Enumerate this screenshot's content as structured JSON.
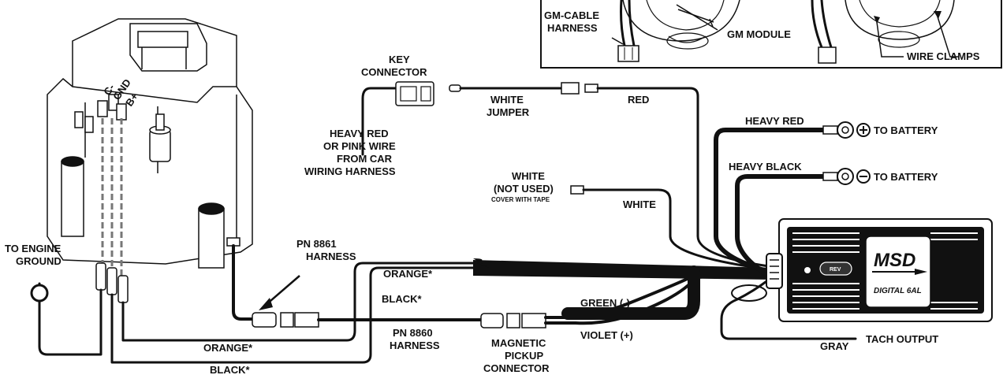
{
  "inset": {
    "gm_cable_harness": [
      "GM-CABLE",
      "HARNESS"
    ],
    "gm_module": "GM MODULE",
    "wire_clamps": "WIRE CLAMPS"
  },
  "distributor": {
    "terminal_c_minus": "C-",
    "terminal_gnd": "GND",
    "terminal_b_plus": "B+"
  },
  "labels": {
    "key_connector": [
      "KEY",
      "CONNECTOR"
    ],
    "white_jumper": [
      "WHITE",
      "JUMPER"
    ],
    "red": "RED",
    "heavy_red_pink": [
      "HEAVY RED",
      "OR PINK WIRE",
      "FROM CAR",
      "WIRING HARNESS"
    ],
    "white_not_used": [
      "WHITE",
      "(NOT USED)"
    ],
    "cover_with_tape": "COVER WITH TAPE",
    "white": "WHITE",
    "heavy_red": "HEAVY RED",
    "heavy_black": "HEAVY BLACK",
    "to_battery_pos": "TO BATTERY",
    "to_battery_neg": "TO BATTERY",
    "to_engine_ground": [
      "TO ENGINE",
      "GROUND"
    ],
    "pn8861": [
      "PN 8861",
      "HARNESS"
    ],
    "orange_star_top": "ORANGE*",
    "black_star_top": "BLACK*",
    "green_neg": "GREEN (-)",
    "violet_pos": "VIOLET (+)",
    "pn8860": [
      "PN 8860",
      "HARNESS"
    ],
    "magnetic_pickup": [
      "MAGNETIC",
      "PICKUP",
      "CONNECTOR"
    ],
    "orange_star_bottom": "ORANGE*",
    "black_star_bottom": "BLACK*",
    "gray": "GRAY",
    "tach_output": "TACH OUTPUT"
  },
  "ignition_box": {
    "brand": "MSD",
    "model": "DIGITAL 6AL",
    "rev_badge": "REV"
  }
}
